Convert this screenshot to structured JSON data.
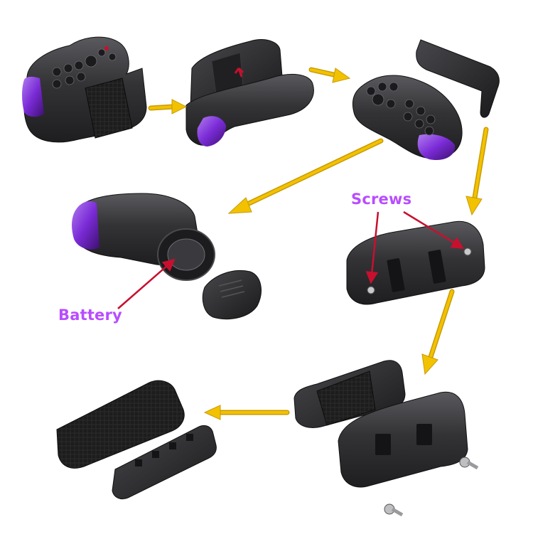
{
  "labels": {
    "screws": "Screws",
    "battery": "Battery"
  },
  "colors": {
    "label_text": "#b84dff",
    "flow_arrow": "#f2c200",
    "flow_arrow_outline": "#c99a00",
    "pointer_arrow": "#c8102e",
    "device_body": "#2e2e30",
    "device_highlight": "#5a5a5e",
    "device_accent": "#7a2bd6",
    "strap": "#1b1b1b"
  },
  "steps": [
    {
      "id": "step-1",
      "subject": "remote-with-strap"
    },
    {
      "id": "step-2",
      "subject": "remote-detached-from-bracket"
    },
    {
      "id": "step-3",
      "subject": "remote-front-and-mount-bracket"
    },
    {
      "id": "step-4",
      "subject": "remote-battery-compartment-open"
    },
    {
      "id": "step-5",
      "subject": "mount-bracket-with-screws"
    },
    {
      "id": "step-6",
      "subject": "bracket-disassembled-with-strap-and-screws"
    },
    {
      "id": "step-7",
      "subject": "strap-and-clip"
    }
  ]
}
